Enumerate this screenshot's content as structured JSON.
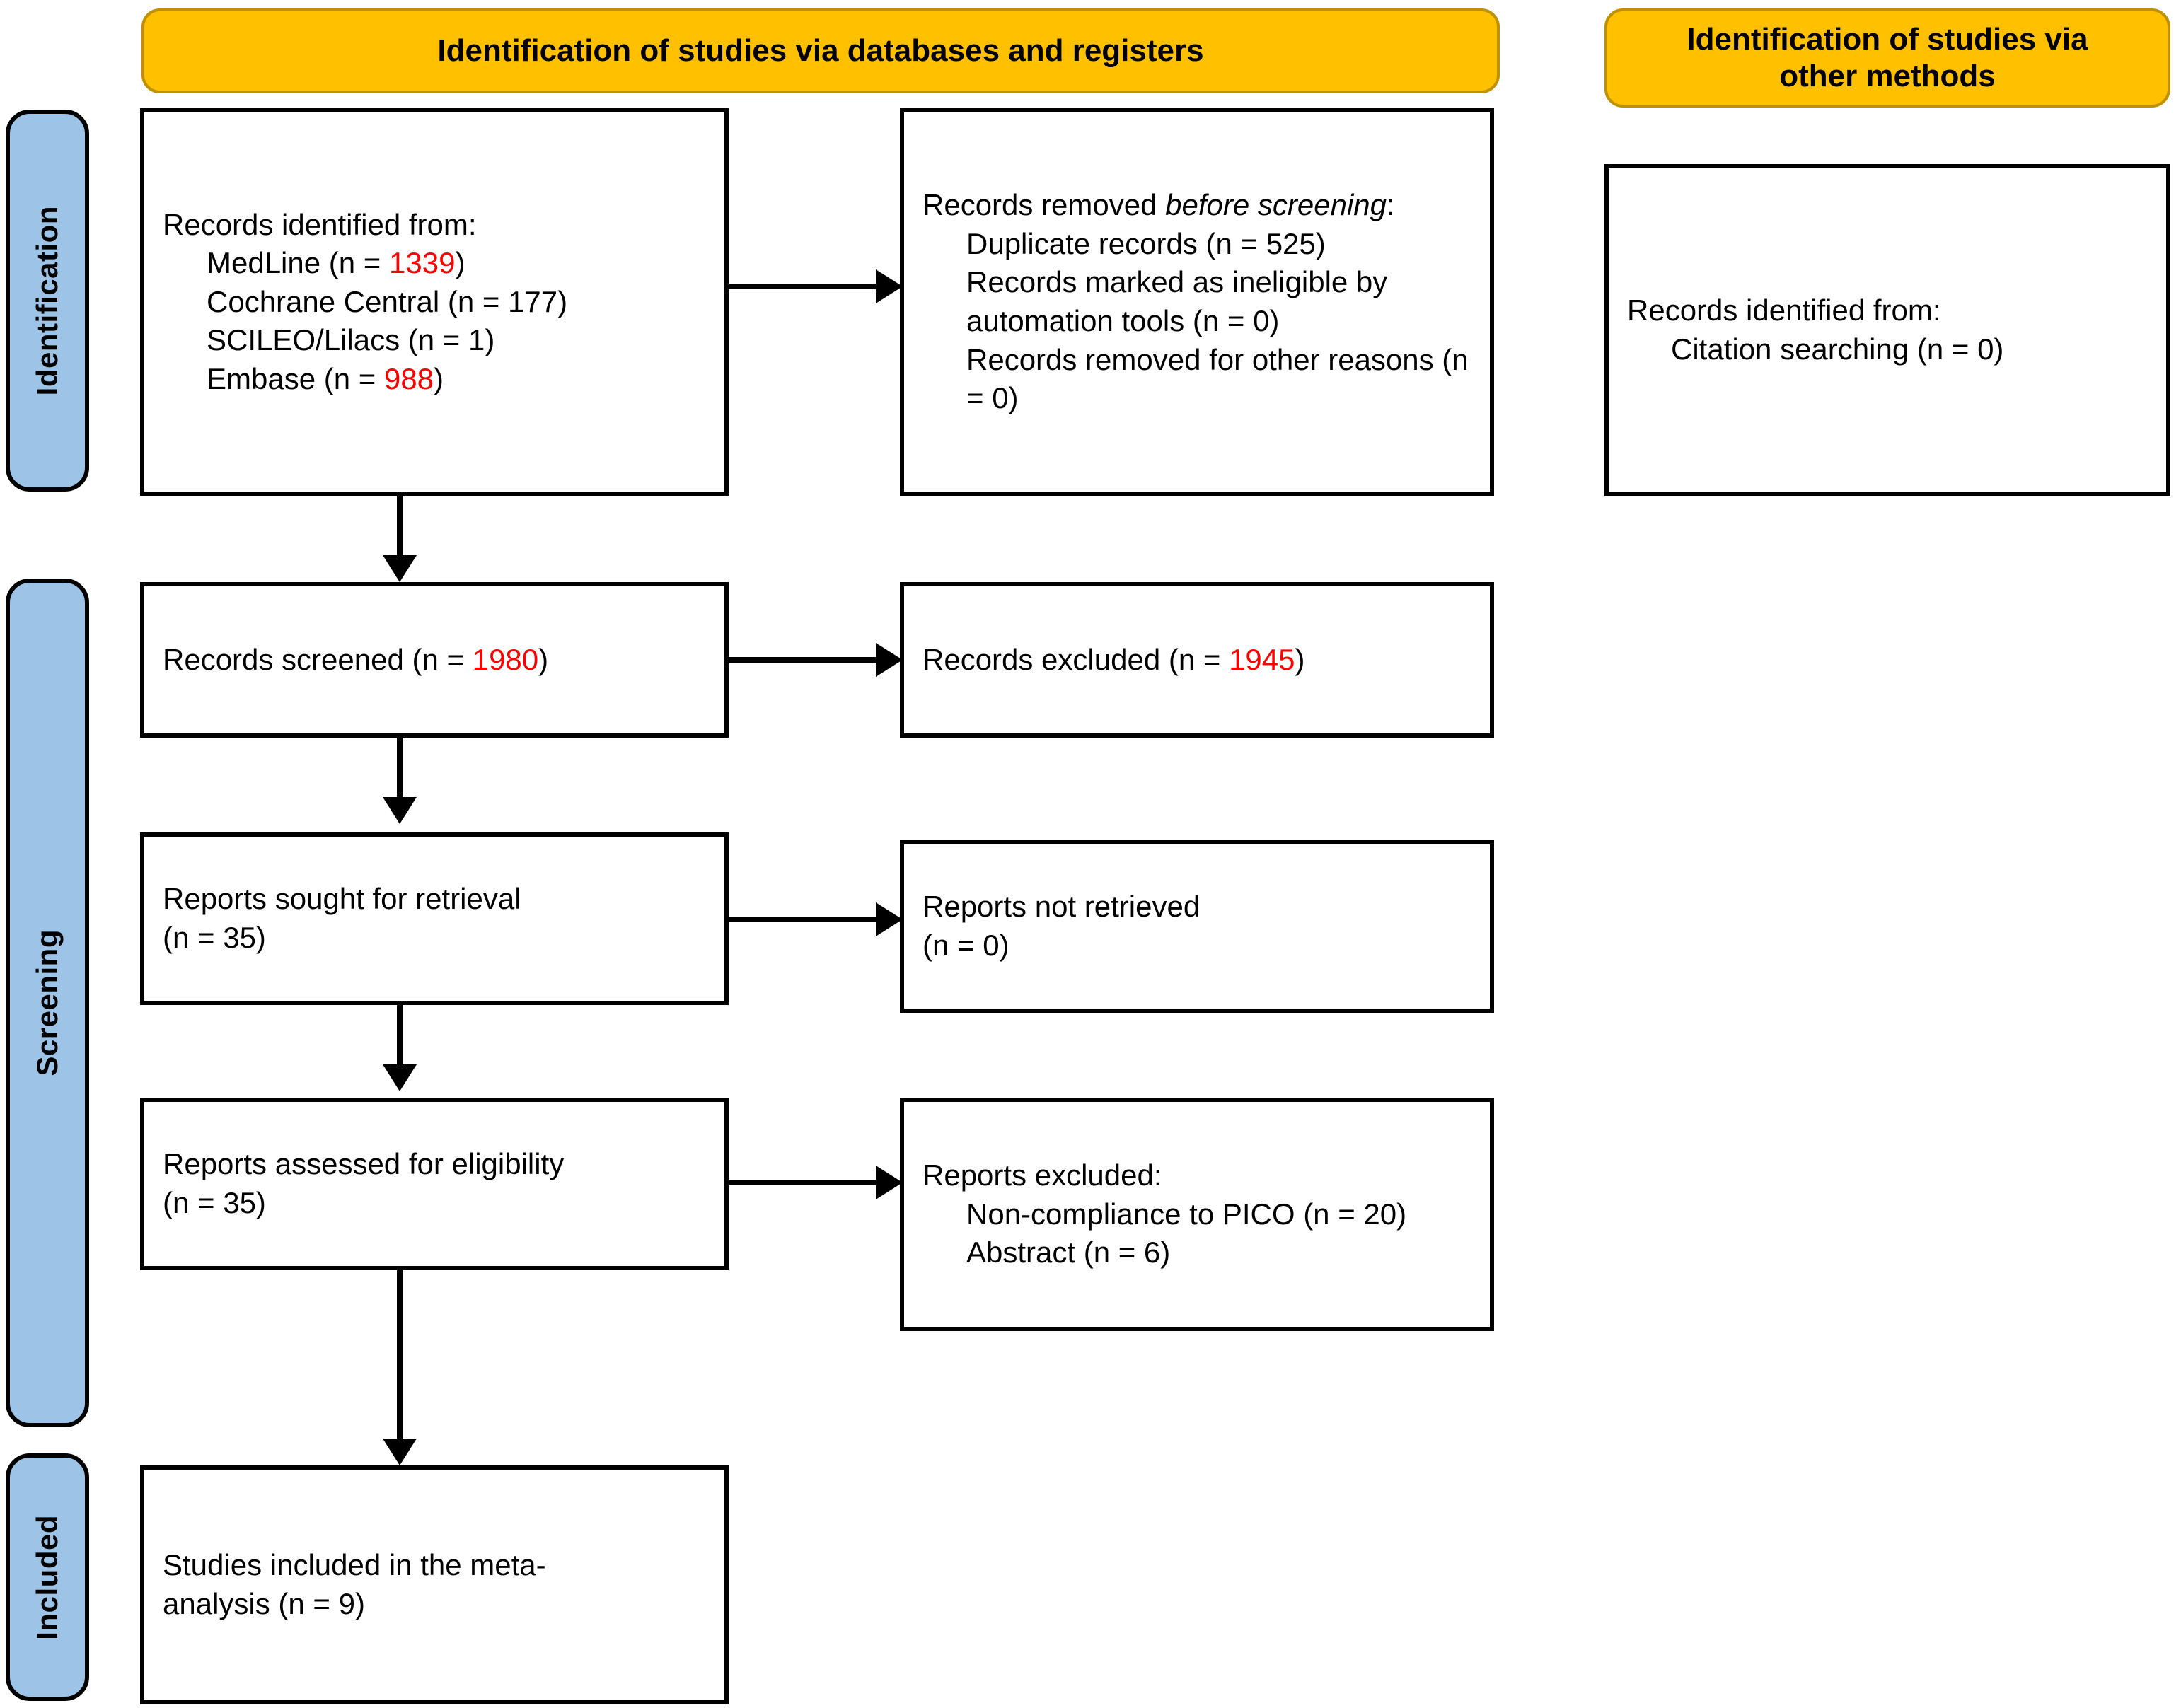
{
  "headers": {
    "databases": "Identification of studies via databases and registers",
    "other_methods": "Identification of studies via\nother methods"
  },
  "stages": {
    "identification": "Identification",
    "screening": "Screening",
    "included": "Included"
  },
  "colors": {
    "banner_fill": "#FFC000",
    "banner_border": "#BF9000",
    "stage_fill": "#9DC3E6",
    "box_border": "#000000",
    "highlight_text": "#FF0000"
  },
  "boxes": {
    "records_identified": {
      "title": "Records identified from:",
      "items": [
        {
          "label": "MedLine (n = ",
          "value": "1339",
          "suffix": ")",
          "highlight": true
        },
        {
          "label": "Cochrane Central (n = 177)",
          "value": "",
          "suffix": "",
          "highlight": false
        },
        {
          "label": "SCILEO/Lilacs (n = 1)",
          "value": "",
          "suffix": "",
          "highlight": false
        },
        {
          "label": "Embase (n = ",
          "value": "988",
          "suffix": ")",
          "highlight": true
        }
      ]
    },
    "records_removed": {
      "title_pre": "Records removed ",
      "title_italic": "before screening",
      "title_post": ":",
      "items": [
        "Duplicate records (n = 525)",
        "Records marked as ineligible by automation tools (n = 0)",
        "Records removed for other reasons (n = 0)"
      ]
    },
    "records_screened": {
      "pre": "Records screened (n = ",
      "value": "1980",
      "post": ")"
    },
    "records_excluded": {
      "pre": "Records excluded (n = ",
      "value": "1945",
      "post": ")"
    },
    "reports_sought": {
      "line1": "Reports sought for retrieval",
      "line2": "(n = 35)"
    },
    "reports_not_retrieved": {
      "line1": "Reports not retrieved",
      "line2": "(n = 0)"
    },
    "reports_assessed": {
      "line1": "Reports assessed for eligibility",
      "line2": "(n = 35)"
    },
    "reports_excluded": {
      "title": "Reports excluded:",
      "items": [
        "Non-compliance to PICO (n = 20)",
        "Abstract (n = 6)"
      ]
    },
    "studies_included": {
      "line1": "Studies included in the meta-",
      "line2": "analysis (n = 9)"
    },
    "other_records_identified": {
      "title": "Records identified from:",
      "items": [
        "Citation searching (n = 0)"
      ]
    }
  }
}
